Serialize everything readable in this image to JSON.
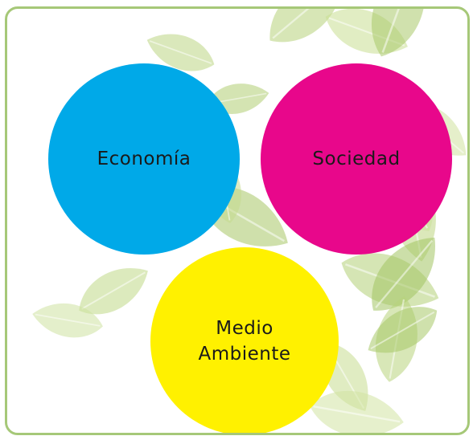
{
  "diagram": {
    "nodes": [
      {
        "id": "economia",
        "label": "Economía",
        "color": "#00a9e8"
      },
      {
        "id": "sociedad",
        "label": "Sociedad",
        "color": "#e8078b"
      },
      {
        "id": "medio_ambiente",
        "label": "Medio\nAmbiente",
        "color": "#fff100"
      }
    ],
    "frame_color": "#a6c878",
    "background_motif": "green-leaves"
  }
}
